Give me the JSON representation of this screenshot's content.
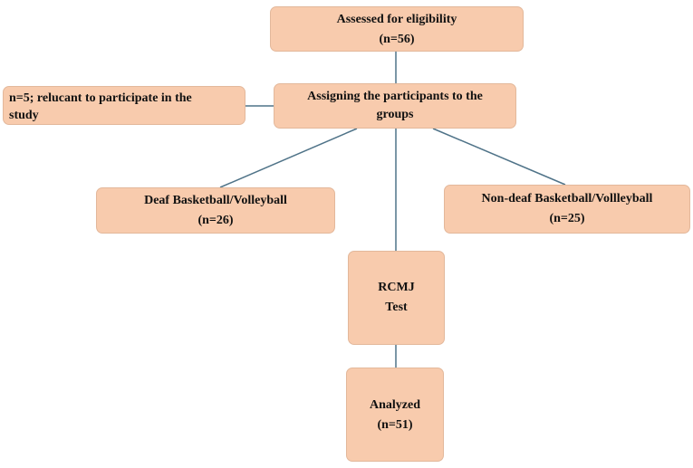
{
  "colors": {
    "box_fill": "#f8cbad",
    "connector": "#4f7388"
  },
  "boxes": {
    "eligibility": {
      "line1": "Assessed for eligibility",
      "line2": "(n=56)"
    },
    "assign": {
      "line1": "Assigning the participants to the",
      "line2": "groups"
    },
    "reluctant": {
      "line1": "n=5; relucant to participate in the",
      "line2": "study"
    },
    "deaf": {
      "line1": "Deaf Basketball/Volleyball",
      "line2": "(n=26)"
    },
    "nondeaf": {
      "line1": "Non-deaf Basketball/Vollleyball",
      "line2": "(n=25)"
    },
    "rcmj": {
      "line1": "RCMJ",
      "line2": "Test"
    },
    "analyzed": {
      "line1": "Analyzed",
      "line2": "(n=51)"
    }
  }
}
